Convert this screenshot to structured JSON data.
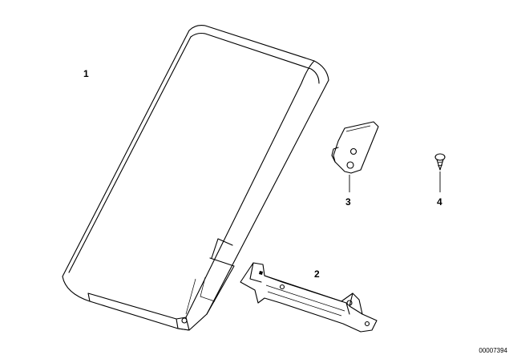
{
  "callouts": [
    {
      "id": "1",
      "label": "1"
    },
    {
      "id": "2",
      "label": "2"
    },
    {
      "id": "3",
      "label": "3"
    },
    {
      "id": "4",
      "label": "4"
    }
  ],
  "reference_code": "00007394"
}
